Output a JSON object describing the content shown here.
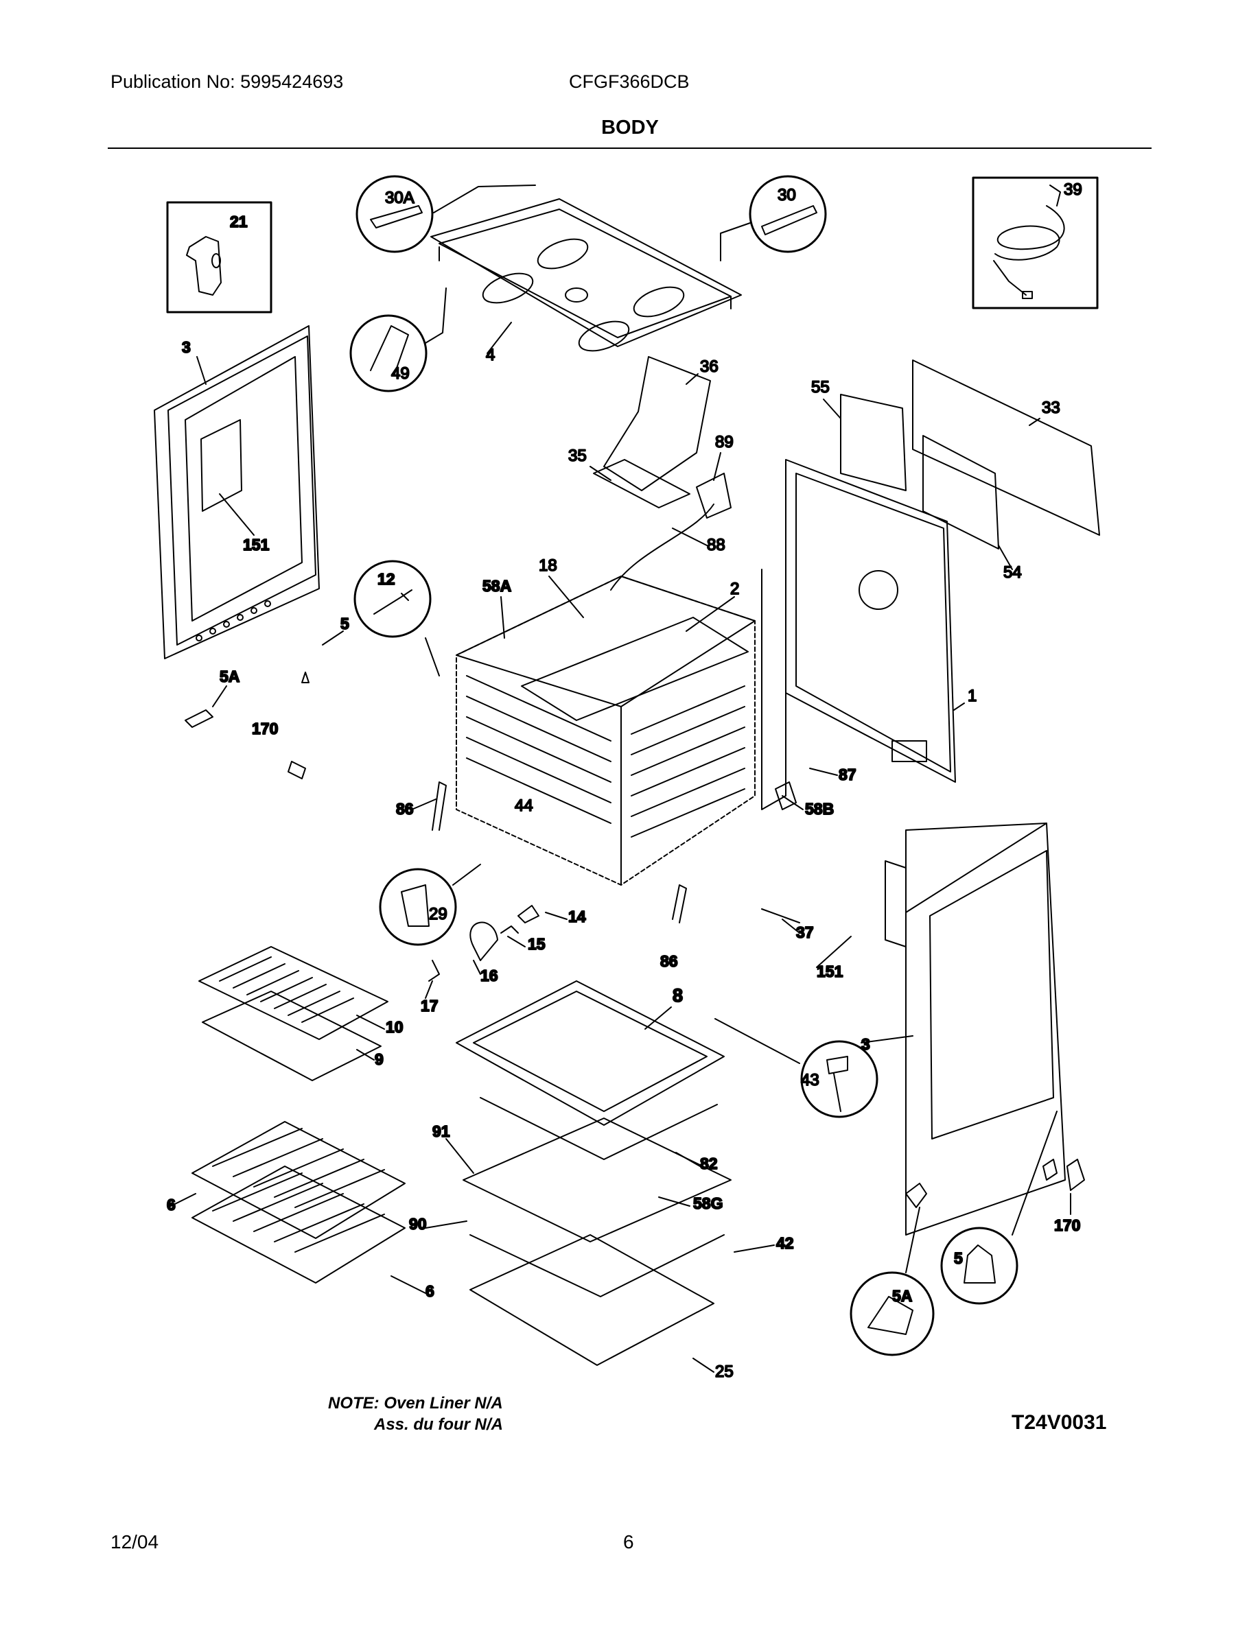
{
  "header": {
    "publication": "Publication No: 5995424693",
    "model": "CFGF366DCB",
    "section_title": "BODY"
  },
  "diagram": {
    "callouts": {
      "c30A": "30A",
      "c30": "30",
      "c39": "39",
      "c21": "21",
      "c4": "4",
      "c49": "49",
      "c3_left": "3",
      "c36": "36",
      "c55": "55",
      "c33": "33",
      "c35": "35",
      "c89": "89",
      "c88": "88",
      "c151_left": "151",
      "c54": "54",
      "c12": "12",
      "c18": "18",
      "c58A": "58A",
      "c2": "2",
      "c5_left": "5",
      "c5A_left": "5A",
      "c1": "1",
      "c170_left": "170",
      "c87": "87",
      "c86_left": "86",
      "c44": "44",
      "c58B": "58B",
      "c29": "29",
      "c14": "14",
      "c37": "37",
      "c15": "15",
      "c86_right": "86",
      "c151_right": "151",
      "c16": "16",
      "c17": "17",
      "c8": "8",
      "c10": "10",
      "c3_right": "3",
      "c9": "9",
      "c43": "43",
      "c91": "91",
      "c82": "82",
      "c6_top": "6",
      "c58G": "58G",
      "c170_right": "170",
      "c90": "90",
      "c42": "42",
      "c5_right": "5",
      "c6_bottom": "6",
      "c5A_right": "5A",
      "c25": "25"
    },
    "note_en": "NOTE: Oven Liner N/A",
    "note_fr": "Ass. du four N/A",
    "diagram_code": "T24V0031"
  },
  "footer": {
    "date": "12/04",
    "page": "6"
  }
}
